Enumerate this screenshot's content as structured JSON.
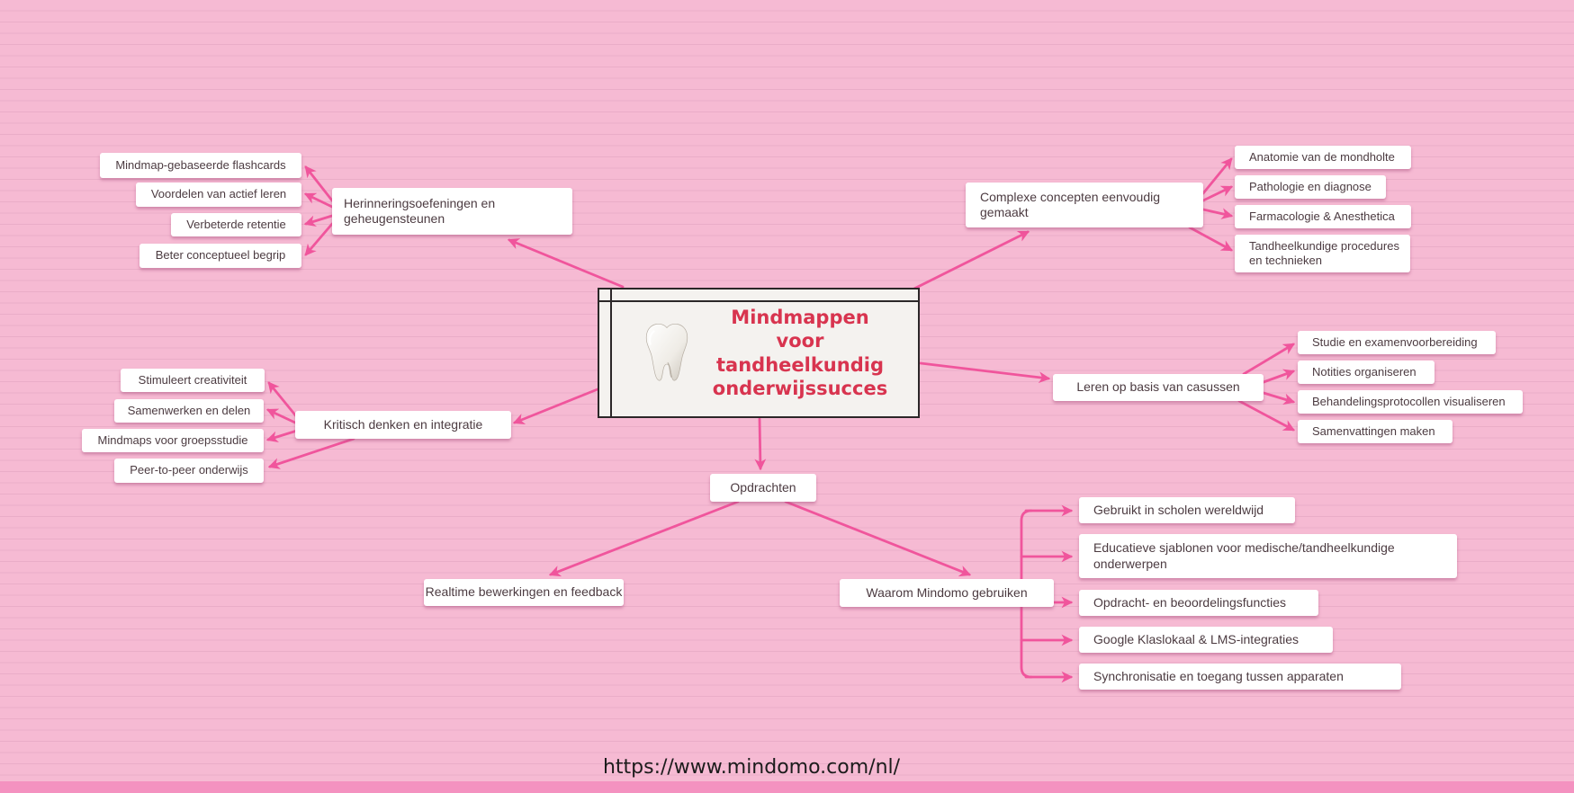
{
  "colors": {
    "canvas_background": "#f6bad3",
    "stripe_line": "#eaadc8",
    "bottom_strip": "#f492c0",
    "connector_pink": "#f0559c",
    "node_background": "#ffffff",
    "node_text": "#4c3b41",
    "central_background": "#f4f2ef",
    "central_border": "#2b2728",
    "title_red": "#d8344f"
  },
  "central": {
    "icon": "tooth-3d",
    "title": "Mindmappen voor tandheelkundig onderwijssucces",
    "lines": [
      "Mindmappen",
      "voor",
      "tandheelkundig",
      "onderwijssucces"
    ]
  },
  "branches": {
    "memory": {
      "label": "Herinneringsoefeningen en geheugensteunen",
      "children": [
        "Mindmap-gebaseerde flashcards",
        "Voordelen van actief leren",
        "Verbeterde retentie",
        "Beter conceptueel begrip"
      ]
    },
    "concepts": {
      "label": "Complexe concepten eenvoudig gemaakt",
      "children": [
        "Anatomie van de mondholte",
        "Pathologie en diagnose",
        "Farmacologie & Anesthetica",
        "Tandheelkundige procedures en technieken"
      ]
    },
    "cases": {
      "label": "Leren op basis van casussen",
      "children": [
        "Studie en examenvoorbereiding",
        "Notities organiseren",
        "Behandelingsprotocollen visualiseren",
        "Samenvattingen maken"
      ]
    },
    "critical": {
      "label": "Kritisch denken en integratie",
      "children": [
        "Stimuleert creativiteit",
        "Samenwerken en delen",
        "Mindmaps voor groepsstudie",
        "Peer-to-peer onderwijs"
      ]
    },
    "assignments": {
      "label": "Opdrachten",
      "children": [
        "Realtime bewerkingen en feedback",
        "Waarom Mindomo gebruiken"
      ]
    },
    "why": {
      "label": "Waarom Mindomo gebruiken",
      "children": [
        "Gebruikt in scholen wereldwijd",
        "Educatieve sjablonen voor medische/tandheelkundige onderwerpen",
        "Opdracht- en beoordelingsfuncties",
        "Google Klaslokaal & LMS-integraties",
        "Synchronisatie en toegang tussen apparaten"
      ]
    }
  },
  "footer": {
    "url": "https://www.mindomo.com/nl/"
  }
}
